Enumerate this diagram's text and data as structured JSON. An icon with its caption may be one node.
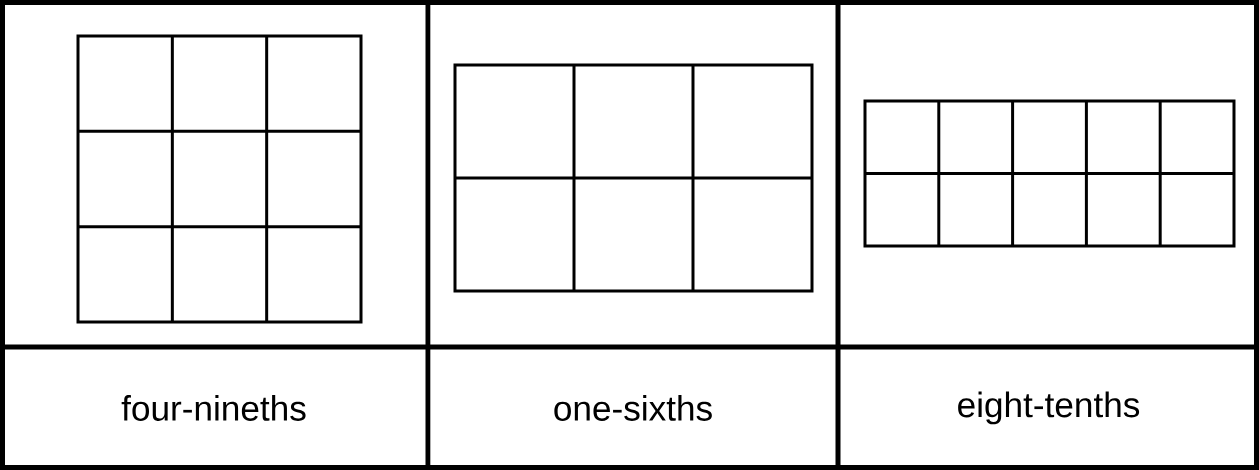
{
  "diagram": {
    "labels": [
      "four-nineths",
      "one-sixths",
      "eight-tenths"
    ]
  }
}
